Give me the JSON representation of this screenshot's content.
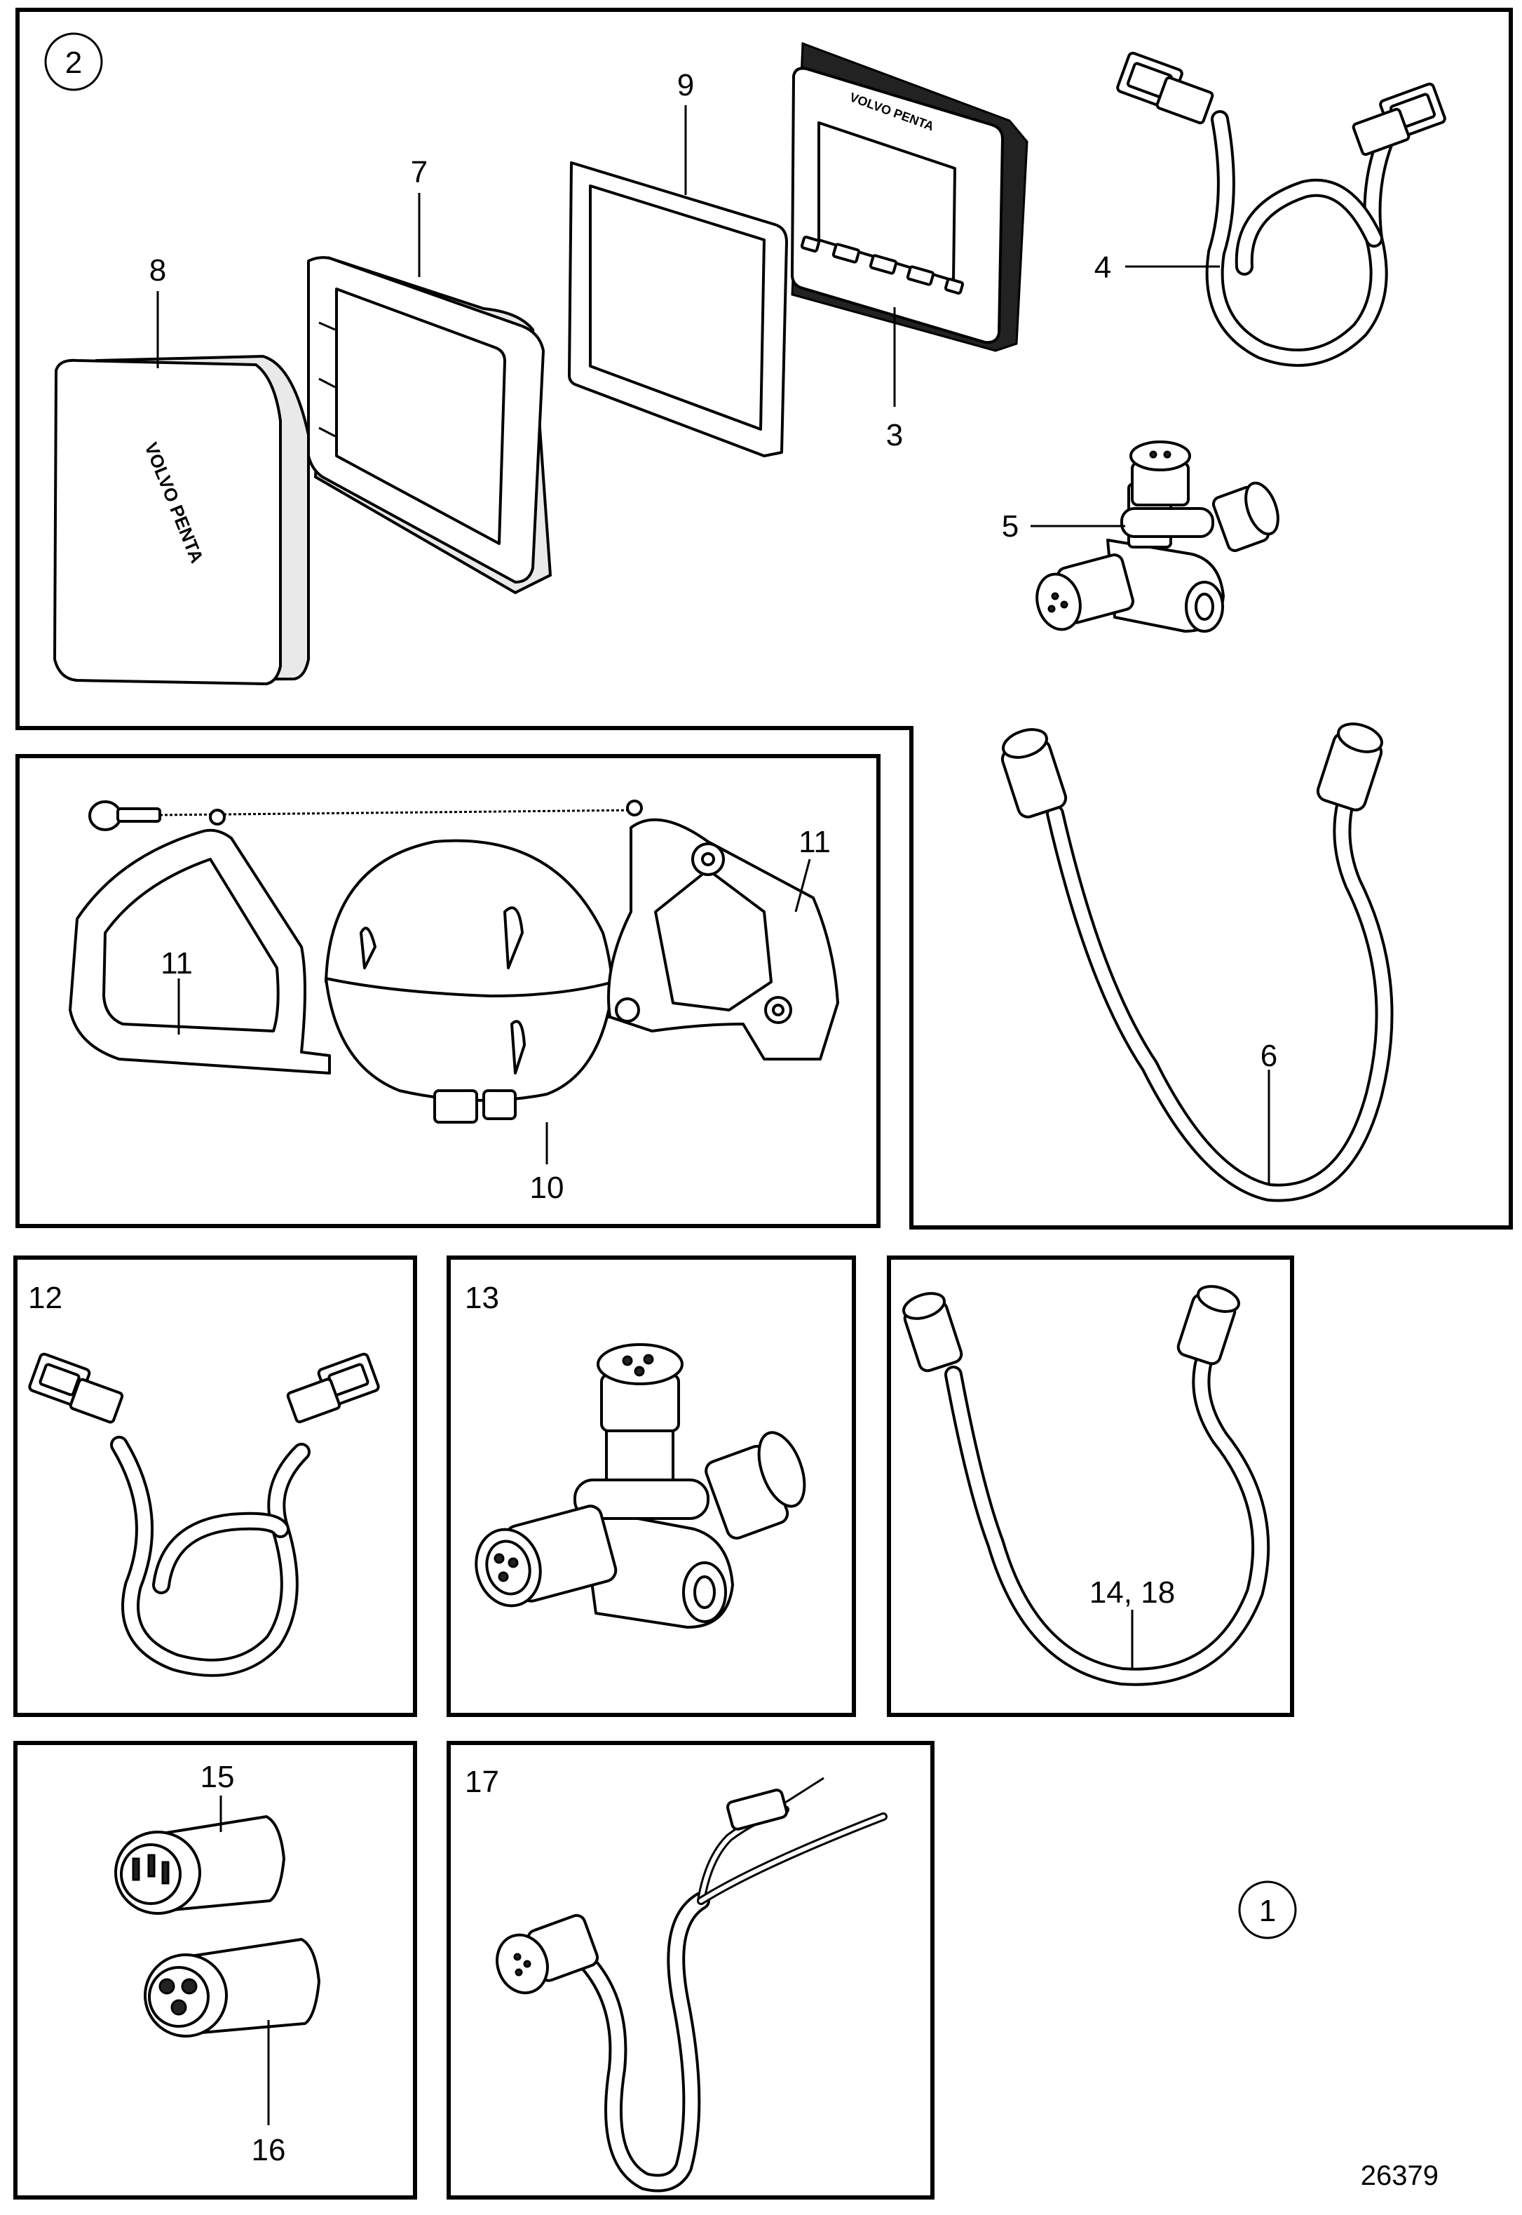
{
  "figure_number": "26379",
  "group_markers": {
    "group_1": "1",
    "group_2": "2"
  },
  "callouts": {
    "c3": "3",
    "c4": "4",
    "c5": "5",
    "c6": "6",
    "c7": "7",
    "c8": "8",
    "c9": "9",
    "c10": "10",
    "c11a": "11",
    "c11b": "11",
    "c12": "12",
    "c13": "13",
    "c14_18": "14, 18",
    "c15": "15",
    "c16": "16",
    "c17": "17"
  },
  "branding": {
    "cover_logo": "VOLVO PENTA",
    "display_logo": "VOLVO PENTA"
  },
  "icons": [
    "display-unit",
    "cover",
    "mounting-frame",
    "gasket",
    "harness",
    "t-connector",
    "network-cable",
    "compass-sensor",
    "bracket",
    "plug",
    "socket",
    "power-cable"
  ]
}
